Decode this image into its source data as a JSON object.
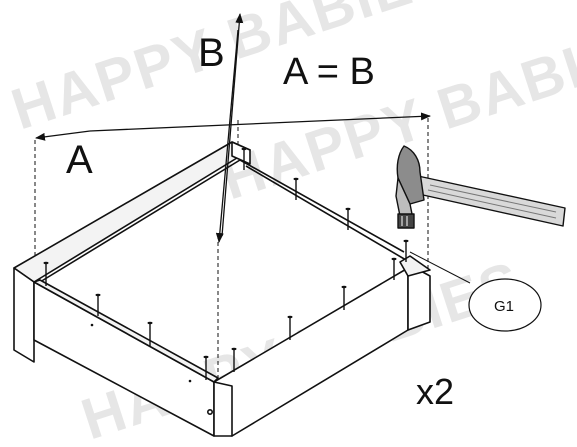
{
  "watermark": "HAPPY BABIES",
  "labels": {
    "a": "A",
    "b": "B",
    "equation": "A = B",
    "part": "G1",
    "quantity": "x2"
  },
  "icons": {
    "tool": "hammer-icon",
    "fastener": "nail-icon"
  },
  "colors": {
    "ink": "#111111",
    "watermark": "#e6e6e6",
    "panel": "#ffffff",
    "panel_edge": "#f3f3f3"
  }
}
